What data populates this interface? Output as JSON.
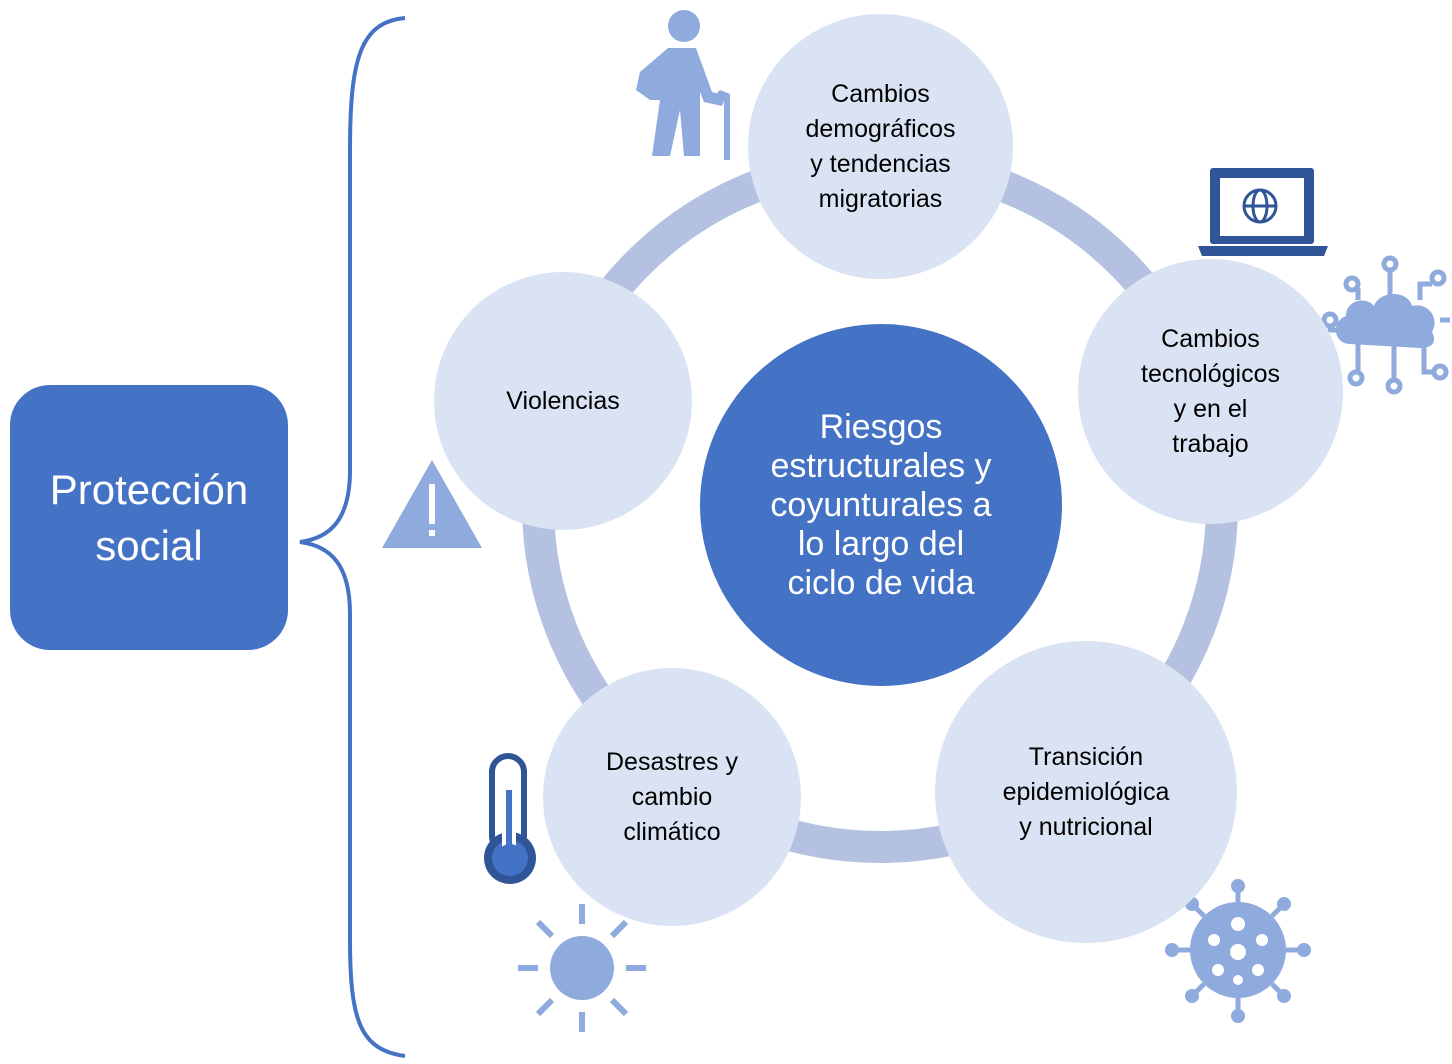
{
  "main_box": {
    "label": "Protección\nsocial"
  },
  "center": {
    "label": "Riesgos estructurales y coyunturales a lo largo del ciclo de vida"
  },
  "nodes": [
    {
      "label": "Cambios\ndemográficos\ny tendencias\nmigratorias"
    },
    {
      "label": "Cambios\ntecnológicos\ny en el\ntrabajo"
    },
    {
      "label": "Transición\nepidemiológica\ny nutricional"
    },
    {
      "label": "Desastres y\ncambio\nclimático"
    },
    {
      "label": "Violencias"
    }
  ],
  "icons": {
    "elderly": "elderly-person-icon",
    "laptop": "laptop-globe-icon",
    "cloud": "cloud-network-icon",
    "virus": "virus-icon",
    "thermometer": "thermometer-icon",
    "sun": "sun-icon",
    "warning": "warning-icon"
  },
  "colors": {
    "primary": "#4472c4",
    "node_fill": "#dae3f3",
    "ring": "#b4c1e1",
    "icon_light": "#8faadc",
    "icon_dark": "#2f5597"
  }
}
